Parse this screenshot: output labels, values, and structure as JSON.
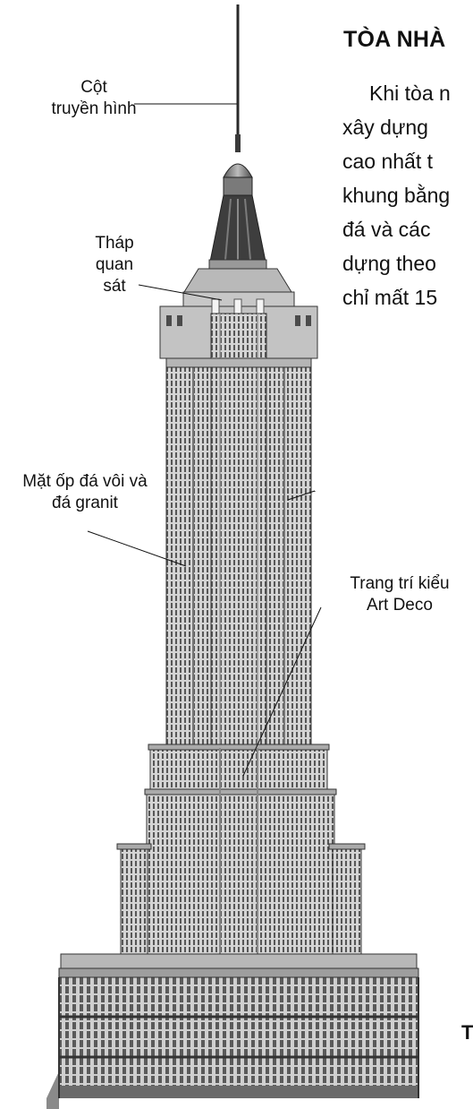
{
  "article": {
    "title": "TÒA NHÀ",
    "body_lines": [
      "Khi tòa n",
      "xây dựng",
      "cao nhất t",
      "khung bằng",
      "đá và các",
      "dựng theo",
      "chỉ mất 15"
    ],
    "caption": "T"
  },
  "labels": {
    "antenna": "Cột\ntruyền hình",
    "observatory": "Tháp\nquan\nsát",
    "facade": "Mặt ốp đá vôi và\nđá granit",
    "art_deco": "Trang trí kiểu\nArt Deco"
  },
  "colors": {
    "ink": "#111111",
    "stone_light": "#d6d6d6",
    "stone_mid": "#a8a8a8",
    "stone_dark": "#5e5e5e",
    "window": "#4b4b4b"
  }
}
